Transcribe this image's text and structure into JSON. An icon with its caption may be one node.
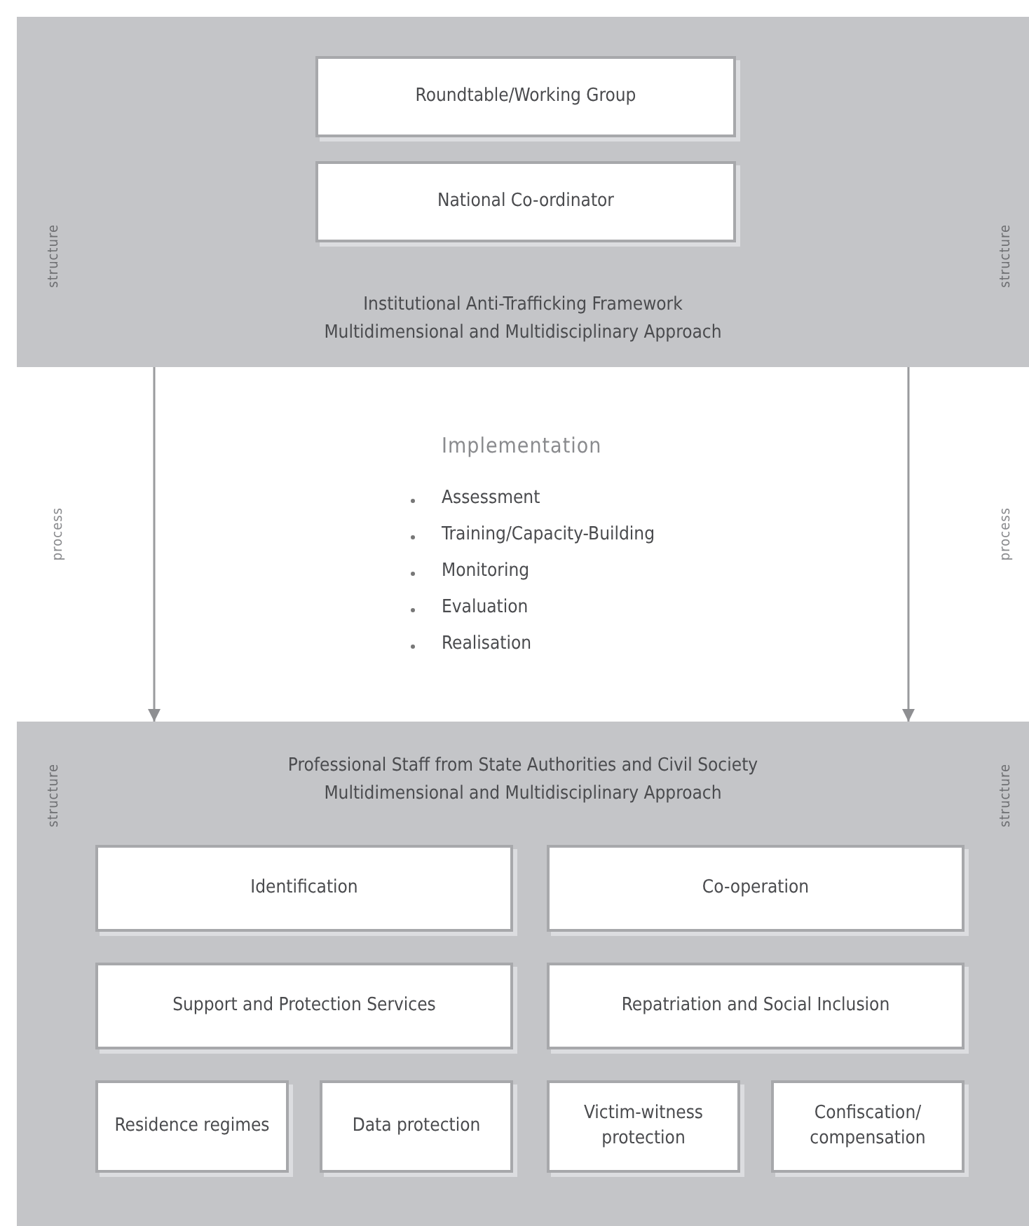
{
  "diagram": {
    "nodes": [
      {
        "text": [
          "Institutional Anti-Trafficking Framework",
          "Multidimensional and Multidisciplinary Approach"
        ]
      },
      {
        "text": [
          "Roundtable/Working Group"
        ],
        "in": 0
      },
      {
        "text": [
          "National Co-ordinator"
        ],
        "in": 0
      },
      {
        "text": [
          "Professional Staff from State Authorities and Civil Society",
          "Multidimensional and Multidisciplinary Approach"
        ]
      },
      {
        "text": [
          "Identification"
        ],
        "in": 3
      },
      {
        "text": [
          "Co-operation"
        ],
        "in": 3
      },
      {
        "text": [
          "Support and Protection Services"
        ],
        "in": 3
      },
      {
        "text": [
          "Repatriation and Social Inclusion"
        ],
        "in": 3
      },
      {
        "text": [
          "Residence regimes"
        ],
        "in": 3
      },
      {
        "text": [
          "Data protection"
        ],
        "in": 3
      },
      {
        "text": [
          "Victim-witness protection"
        ],
        "in": 3
      },
      {
        "text": [
          "Confiscation/ compensation"
        ],
        "in": 3
      }
    ],
    "edges": [
      {
        "from": 0,
        "to": 3,
        "arrow": "to"
      },
      {
        "from": 0,
        "to": 3,
        "arrow": "to"
      }
    ],
    "labels": [
      "structure",
      "structure",
      "process",
      "Implementation",
      "Assessment",
      "Training/Capacity-Building",
      "Monitoring",
      "Evaluation",
      "Realisation",
      "process",
      "structure",
      "structure"
    ]
  }
}
